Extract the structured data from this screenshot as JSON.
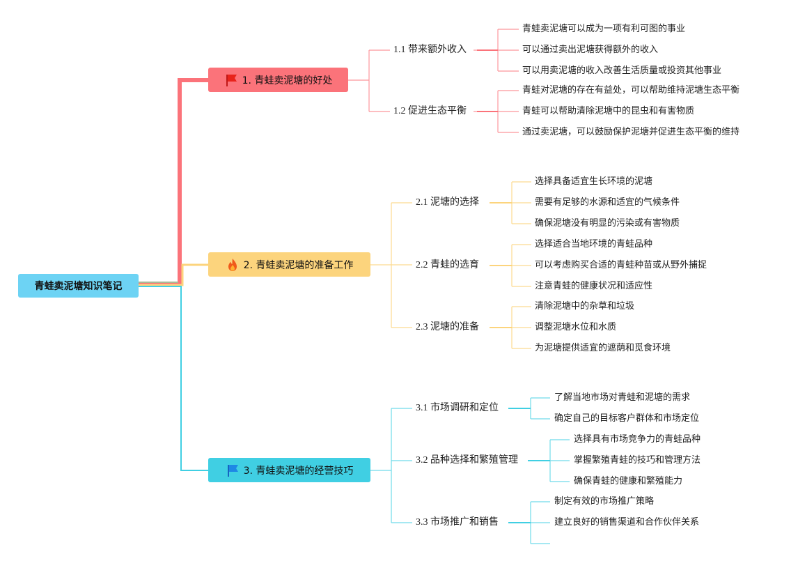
{
  "root": {
    "label": "青蛙卖泥塘知识笔记",
    "color": "#6dd3f4"
  },
  "branches": [
    {
      "label": "1. 青蛙卖泥塘的好处",
      "icon": "red-flag-icon",
      "color": "#fb737a",
      "subs": [
        {
          "label": "1.1 带来额外收入",
          "leaves": [
            "青蛙卖泥塘可以成为一项有利可图的事业",
            "可以通过卖出泥塘获得额外的收入",
            "可以用卖泥塘的收入改善生活质量或投资其他事业"
          ]
        },
        {
          "label": "1.2 促进生态平衡",
          "leaves": [
            "青蛙对泥塘的存在有益处，可以帮助维持泥塘生态平衡",
            "青蛙可以帮助清除泥塘中的昆虫和有害物质",
            "通过卖泥塘，可以鼓励保护泥塘并促进生态平衡的维持"
          ]
        }
      ]
    },
    {
      "label": "2. 青蛙卖泥塘的准备工作",
      "icon": "fire-icon",
      "color": "#fcd47d",
      "subs": [
        {
          "label": "2.1 泥塘的选择",
          "leaves": [
            "选择具备适宜生长环境的泥塘",
            "需要有足够的水源和适宜的气候条件",
            "确保泥塘没有明显的污染或有害物质"
          ]
        },
        {
          "label": "2.2 青蛙的选育",
          "leaves": [
            "选择适合当地环境的青蛙品种",
            "可以考虑购买合适的青蛙种苗或从野外捕捉",
            "注意青蛙的健康状况和适应性"
          ]
        },
        {
          "label": "2.3 泥塘的准备",
          "leaves": [
            "清除泥塘中的杂草和垃圾",
            "调整泥塘水位和水质",
            "为泥塘提供适宜的遮荫和觅食环境"
          ]
        }
      ]
    },
    {
      "label": "3. 青蛙卖泥塘的经营技巧",
      "icon": "blue-flag-icon",
      "color": "#40cfe3",
      "subs": [
        {
          "label": "3.1 市场调研和定位",
          "leaves": [
            "了解当地市场对青蛙和泥塘的需求",
            "确定自己的目标客户群体和市场定位"
          ]
        },
        {
          "label": "3.2 品种选择和繁殖管理",
          "leaves": [
            "选择具有市场竞争力的青蛙品种",
            "掌握繁殖青蛙的技巧和管理方法",
            "确保青蛙的健康和繁殖能力"
          ]
        },
        {
          "label": "3.3 市场推广和销售",
          "leaves": [
            "制定有效的市场推广策略",
            "建立良好的销售渠道和合作伙伴关系",
            ""
          ]
        }
      ]
    }
  ]
}
